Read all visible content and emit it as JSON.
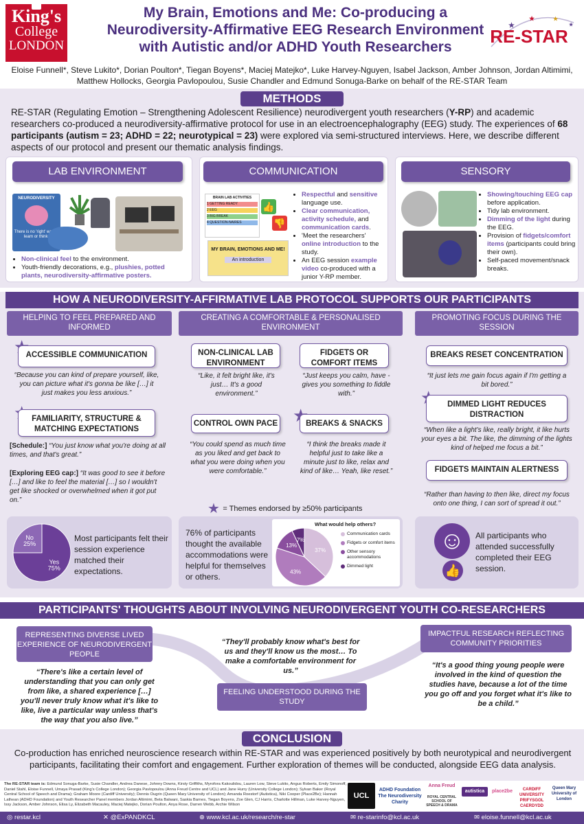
{
  "header": {
    "title_lines": [
      "My Brain, Emotions and Me: Co-producing a",
      "Neurodiversity-Affirmative EEG Research Environment",
      "with Autistic and/or ADHD Youth Researchers"
    ],
    "kcl_logo": [
      "King's",
      "College",
      "LONDON"
    ],
    "restar_logo": "RE-STAR",
    "authors": "Eloise Funnell*, Steve Lukito*, Dorian Poulton*, Tiegan Boyens*, Maciej Matejko*, Luke Harvey-Nguyen, Isabel Jackson, Amber Johnson, Jordan Altimimi, Matthew Hollocks, Georgia Pavlopoulou, Susie Chandler and Edmund Sonuga-Barke on behalf of the RE-STAR Team"
  },
  "methods": {
    "title": "METHODS",
    "intro_a": "RE-STAR (Regulating Emotion – Strengthening Adolescent Resilience) neurodivergent youth researchers (",
    "intro_b": "Y-RP",
    "intro_c": ") and academic researchers co-produced a neurodiversity-affirmative protocol for use in an electroencephalography (EEG) study. The experiences of ",
    "intro_d": "68 participants (autism = 23; ADHD = 22; neurotypical = 23)",
    "intro_e": " were explored via semi-structured interviews. Here, we describe different aspects of our protocol and present our thematic analysis findings.",
    "lab": {
      "title": "LAB ENVIRONMENT",
      "poster_title": "NEURODIVERSITY",
      "poster_sub": "There is no 'right' way to learn or think.",
      "b1_hl": "Non-clinical feel",
      "b1_rest": " to the environment.",
      "b2_rest": "Youth-friendly decorations, e.g., ",
      "b2_hl": "plushies, potted plants, neurodiversity-affirmative posters."
    },
    "comm": {
      "title": "COMMUNICATION",
      "card_title": "BRAIN LAB ACTIVITIES",
      "card_rows": [
        "1 GETTING READY",
        "2 EEG",
        "3 BIG BREAK",
        "4 QUESTION-NAIRES"
      ],
      "slide_title": "MY BRAIN, EMOTIONS AND ME!",
      "slide_sub": "An introduction",
      "b1a": "Respectful",
      "b1b": " and ",
      "b1c": "sensitive",
      "b1d": " language use.",
      "b2a": "Clear communication, activity schedule,",
      "b2b": " and ",
      "b2c": "communication cards",
      "b3a": "'Meet the researchers' ",
      "b3b": "online introduction",
      "b3c": " to the study.",
      "b4a": "An EEG session ",
      "b4b": "example video",
      "b4c": " co-produced with a junior Y-RP member."
    },
    "sensory": {
      "title": "SENSORY",
      "b1a": "Showing/touching EEG cap",
      "b1b": " before application.",
      "b2": "Tidy lab environment.",
      "b3a": "Dimming of the light",
      "b3b": " during the EEG.",
      "b4a": "Provision of ",
      "b4b": "fidgets/comfort items",
      "b4c": " (participants could bring their own).",
      "b5": "Self-paced movement/snack breaks."
    }
  },
  "support": {
    "title": "HOW A NEURODIVERSITY-AFFIRMATIVE LAB PROTOCOL SUPPORTS OUR PARTICIPANTS",
    "col1": {
      "header": "HELPING TO FEEL PREPARED AND INFORMED",
      "t1": "ACCESSIBLE COMMUNICATION",
      "q1": "“Because you can kind of prepare yourself, like, you can picture what it's gonna be like […] it just makes you less anxious.”",
      "t2": "FAMILIARITY, STRUCTURE & MATCHING EXPECTATIONS",
      "q2_label": "[Schedule:]",
      "q2": " “You just know what you're doing at all times, and that's great.”",
      "q3_label": "[Exploring EEG cap:]",
      "q3": " “It was good to see it before […] and like to feel the material […] so I wouldn't get like shocked or overwhelmed when it got put on.”",
      "stat": "Most participants felt their session experience matched their expectations."
    },
    "col2": {
      "header": "CREATING A COMFORTABLE & PERSONALISED ENVIRONMENT",
      "t1": "NON-CLINICAL LAB ENVIRONMENT",
      "q1": "“Like, it felt bright like, it's just… It's a good environment.”",
      "t2": "FIDGETS OR COMFORT ITEMS",
      "q2": "“Just keeps you calm, have - gives you something to fiddle with.”",
      "t3": "CONTROL OWN PACE",
      "q3": "“You could spend as much time as you liked and get back to what you were doing when you were comfortable.”",
      "t4": "BREAKS & SNACKS",
      "q4": "“I think the breaks made it helpful just to take like a minute just to like, relax and kind of like… Yeah, like reset.”",
      "legend": "= Themes endorsed by ≥50% participants",
      "stat": "76% of participants thought the available accommodations were helpful for themselves or others."
    },
    "col3": {
      "header": "PROMOTING FOCUS DURING THE SESSION",
      "t1": "BREAKS RESET CONCENTRATION",
      "q1": "“It just lets me gain focus again if I'm getting a bit bored.”",
      "t2": "DIMMED LIGHT REDUCES DISTRACTION",
      "q2": "“When like a light's like, really bright, it like hurts your eyes a bit. The like, the dimming of the lights kind of helped me focus a bit.”",
      "t3": "FIDGETS MAINTAIN ALERTNESS",
      "q3": "“Rather than having to then like, direct my focus onto one thing, I can sort of spread it out.”",
      "stat": "All participants who attended successfully completed their EEG session."
    }
  },
  "chart_data": [
    {
      "type": "pie",
      "title": "",
      "categories": [
        "Yes",
        "No"
      ],
      "values": [
        75,
        25
      ],
      "labels": [
        "Yes\n75%",
        "No\n25%"
      ],
      "colors": [
        "#6b3f98",
        "#8d68b5"
      ]
    },
    {
      "type": "pie",
      "title": "What would help others?",
      "categories": [
        "Communication cards",
        "Fidgets or comfort items",
        "Other sensory accommodations",
        "Dimmed light"
      ],
      "values": [
        37,
        43,
        13,
        7
      ],
      "labels": [
        "37%",
        "43%",
        "13%",
        "7%"
      ],
      "colors": [
        "#d6bfdb",
        "#b07cbd",
        "#8a4e9e",
        "#5e2c7a"
      ],
      "legend": "right"
    }
  ],
  "thoughts": {
    "title": "PARTICIPANTS' THOUGHTS ABOUT INVOLVING NEURODIVERGENT YOUTH CO-RESEARCHERS",
    "b1": "REPRESENTING DIVERSE LIVED EXPERIENCE OF NEURODIVERGENT PEOPLE",
    "q1": "“There's like a certain level of understanding that you can only get from like, a shared experience […] you'll never truly know what it's like to like, live a particular way unless that's the way that you also live.”",
    "b2": "FEELING UNDERSTOOD DURING THE STUDY",
    "q2": "“They'll probably know what's best for us and they'll know us the most… To make a comfortable environment for us.”",
    "b3": "IMPACTFUL RESEARCH REFLECTING COMMUNITY PRIORITIES",
    "q3": "“It's a good thing young people were involved in the kind of question the studies have, because a lot of the time you go off and you forget what it's like to be a child.”"
  },
  "conclusion": {
    "title": "CONCLUSION",
    "text": "Co-production has enriched neuroscience research within RE-STAR and was experienced positively by both neurotypical and neurodivergent participants, facilitating their comfort and engagement. Further exploration of themes will be conducted, alongside EEG data analysis."
  },
  "team": {
    "label": "The RE-STAR team is:",
    "text": " Edmund Sonuga-Barke, Susie Chandler, Andrea Danese, Johnny Downs, Kirsty Griffiths, Myrofora Kakoulidou, Lauren Low, Steve Lukito, Angus Roberts, Emily Simonoff, Daniel Stahl, Eloise Funnell, Umaya Prasad (King's College London); Georgia Pavlopoulou (Anna Freud Centre and UCL) and Jane Hurry (University College London); Sylvan Baker (Royal Central School of Speech and Drama); Graham Moore (Cardiff University); Dennis Ougrin (Queen Mary University of London); Amanda Roestorf (Autistica), Niki Cooper (Place2Be); Hannah Lathean (ADHD Foundation) and Youth Researcher Panel members Jordan Altimimi, Beta Balwani, Saskia Barnes, Tiegan Boyens, Zoe Glen, CJ Harris, Charlotte Hillman, Luke Harvey-Nguyen, Issy Jackson, Amber Johnson, Elisa Ly, Elizabeth Macauley, Maciej Matejko, Dorian Poulton, Anya Rose, Darren Webb, Archie Wilson"
  },
  "logos": [
    "UCL",
    "ADHD Foundation The Neurodiversity Charity",
    "Anna Freud",
    "ROYAL CENTRAL SCHOOL OF SPEECH & DRAMA",
    "autistica",
    "place2be",
    "CARDIFF UNIVERSITY PRIFYSGOL CAERDYDD",
    "Queen Mary University of London"
  ],
  "footer": {
    "instagram": "restar.kcl",
    "x": "@ExPANDKCL",
    "web": "www.kcl.ac.uk/research/re-star",
    "email1": "re-starinfo@kcl.ac.uk",
    "email2": "eloise.funnell@kcl.ac.uk"
  }
}
